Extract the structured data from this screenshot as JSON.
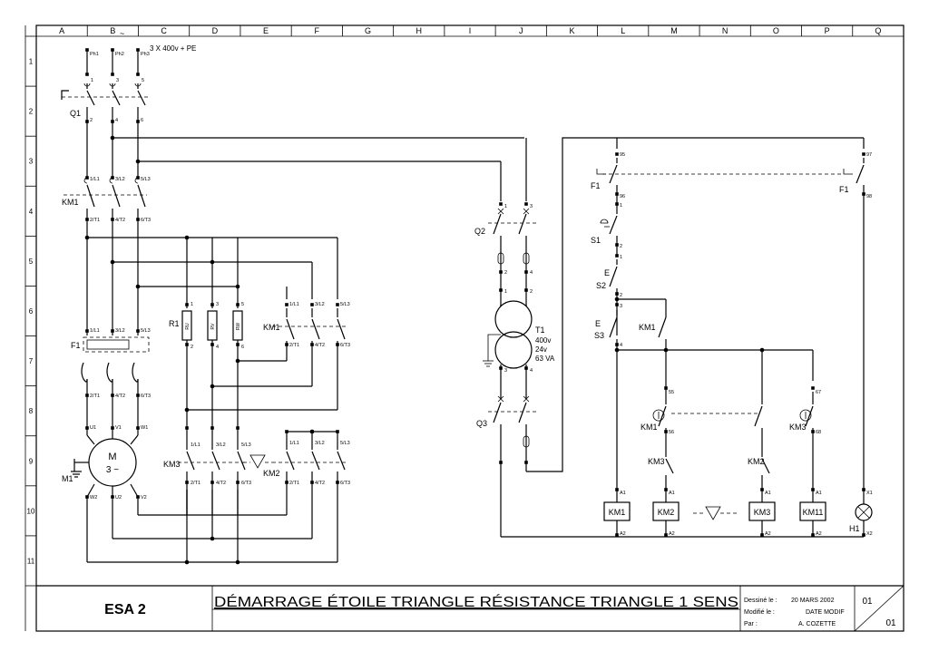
{
  "columns": [
    "A",
    "B",
    "C",
    "D",
    "E",
    "F",
    "G",
    "H",
    "I",
    "J",
    "K",
    "L",
    "M",
    "N",
    "O",
    "P",
    "Q"
  ],
  "rows": [
    "1",
    "2",
    "3",
    "4",
    "5",
    "6",
    "7",
    "8",
    "9",
    "10",
    "11"
  ],
  "supply": {
    "phases": [
      "Ph1",
      "Ph2",
      "Ph3"
    ],
    "label": "3 X 400v + PE",
    "tilde": "~"
  },
  "terminals": {
    "q1_top": [
      "1",
      "3",
      "5"
    ],
    "q1_bot": [
      "2",
      "4",
      "6"
    ],
    "km1_top": [
      "1/L1",
      "3/L2",
      "5/L3"
    ],
    "km1_bot": [
      "2/T1",
      "4/T2",
      "6/T3"
    ],
    "f1_top": [
      "1/L1",
      "3/L2",
      "5/L3"
    ],
    "f1_bot": [
      "2/T1",
      "4/T2",
      "6/T3"
    ],
    "motor_top": [
      "U1",
      "V1",
      "W1"
    ],
    "motor_bot": [
      "W2",
      "U2",
      "V2"
    ],
    "res_top": [
      "1",
      "3",
      "5"
    ],
    "res_bot": [
      "2",
      "4",
      "6"
    ],
    "res_names": [
      "RU",
      "RV",
      "RW"
    ],
    "km1b_top": [
      "1/L1",
      "3/L2",
      "5/L3"
    ],
    "km1b_bot": [
      "2/T1",
      "4/T2",
      "6/T3"
    ],
    "km3_top": [
      "1/L1",
      "3/L2",
      "5/L3"
    ],
    "km3_bot": [
      "2/T1",
      "4/T2",
      "6/T3"
    ],
    "km2_top": [
      "1/L1",
      "3/L2",
      "5/L3"
    ],
    "km2_bot": [
      "2/T1",
      "4/T2",
      "6/T3"
    ],
    "q2": [
      "1",
      "3",
      "2",
      "4"
    ],
    "t1": [
      "1",
      "2",
      "3",
      "4"
    ],
    "f1c": [
      "95",
      "96"
    ],
    "f1c_b": [
      "97",
      "98"
    ],
    "s1": [
      "1",
      "2"
    ],
    "s2": [
      "1",
      "2"
    ],
    "s3": [
      "3",
      "4"
    ],
    "km1c": [
      "55",
      "56"
    ],
    "km3c": [
      "67",
      "68"
    ],
    "coil": [
      "A1",
      "A2"
    ],
    "h1": [
      "X1",
      "X2"
    ]
  },
  "labels": {
    "Q1": "Q1",
    "KM1": "KM1",
    "F1": "F1",
    "M1": "M1",
    "motor_M": "M",
    "motor_3": "3 ~",
    "R1": "R1",
    "KM3": "KM3",
    "KM2": "KM2",
    "Q2": "Q2",
    "Q3": "Q3",
    "T1": "T1",
    "T1_specs": [
      "400v",
      "24v",
      "63 VA"
    ],
    "S1": "S1",
    "S2": "S2",
    "S3": "S3",
    "H1": "H1",
    "E": "E"
  },
  "coils": [
    "KM1",
    "KM2",
    "KM3",
    "KM11"
  ],
  "title_block": {
    "code": "ESA 2",
    "title": "DÉMARRAGE ÉTOILE TRIANGLE RÉSISTANCE TRIANGLE 1 SENS",
    "drawn_label": "Dessiné le :",
    "drawn_date": "20 MARS 2002",
    "modified_label": "Modifié le :",
    "modified_date": "DATE MODIF",
    "by_label": "Par :",
    "author": "A. COZETTE",
    "sheet": "01",
    "total": "01"
  }
}
